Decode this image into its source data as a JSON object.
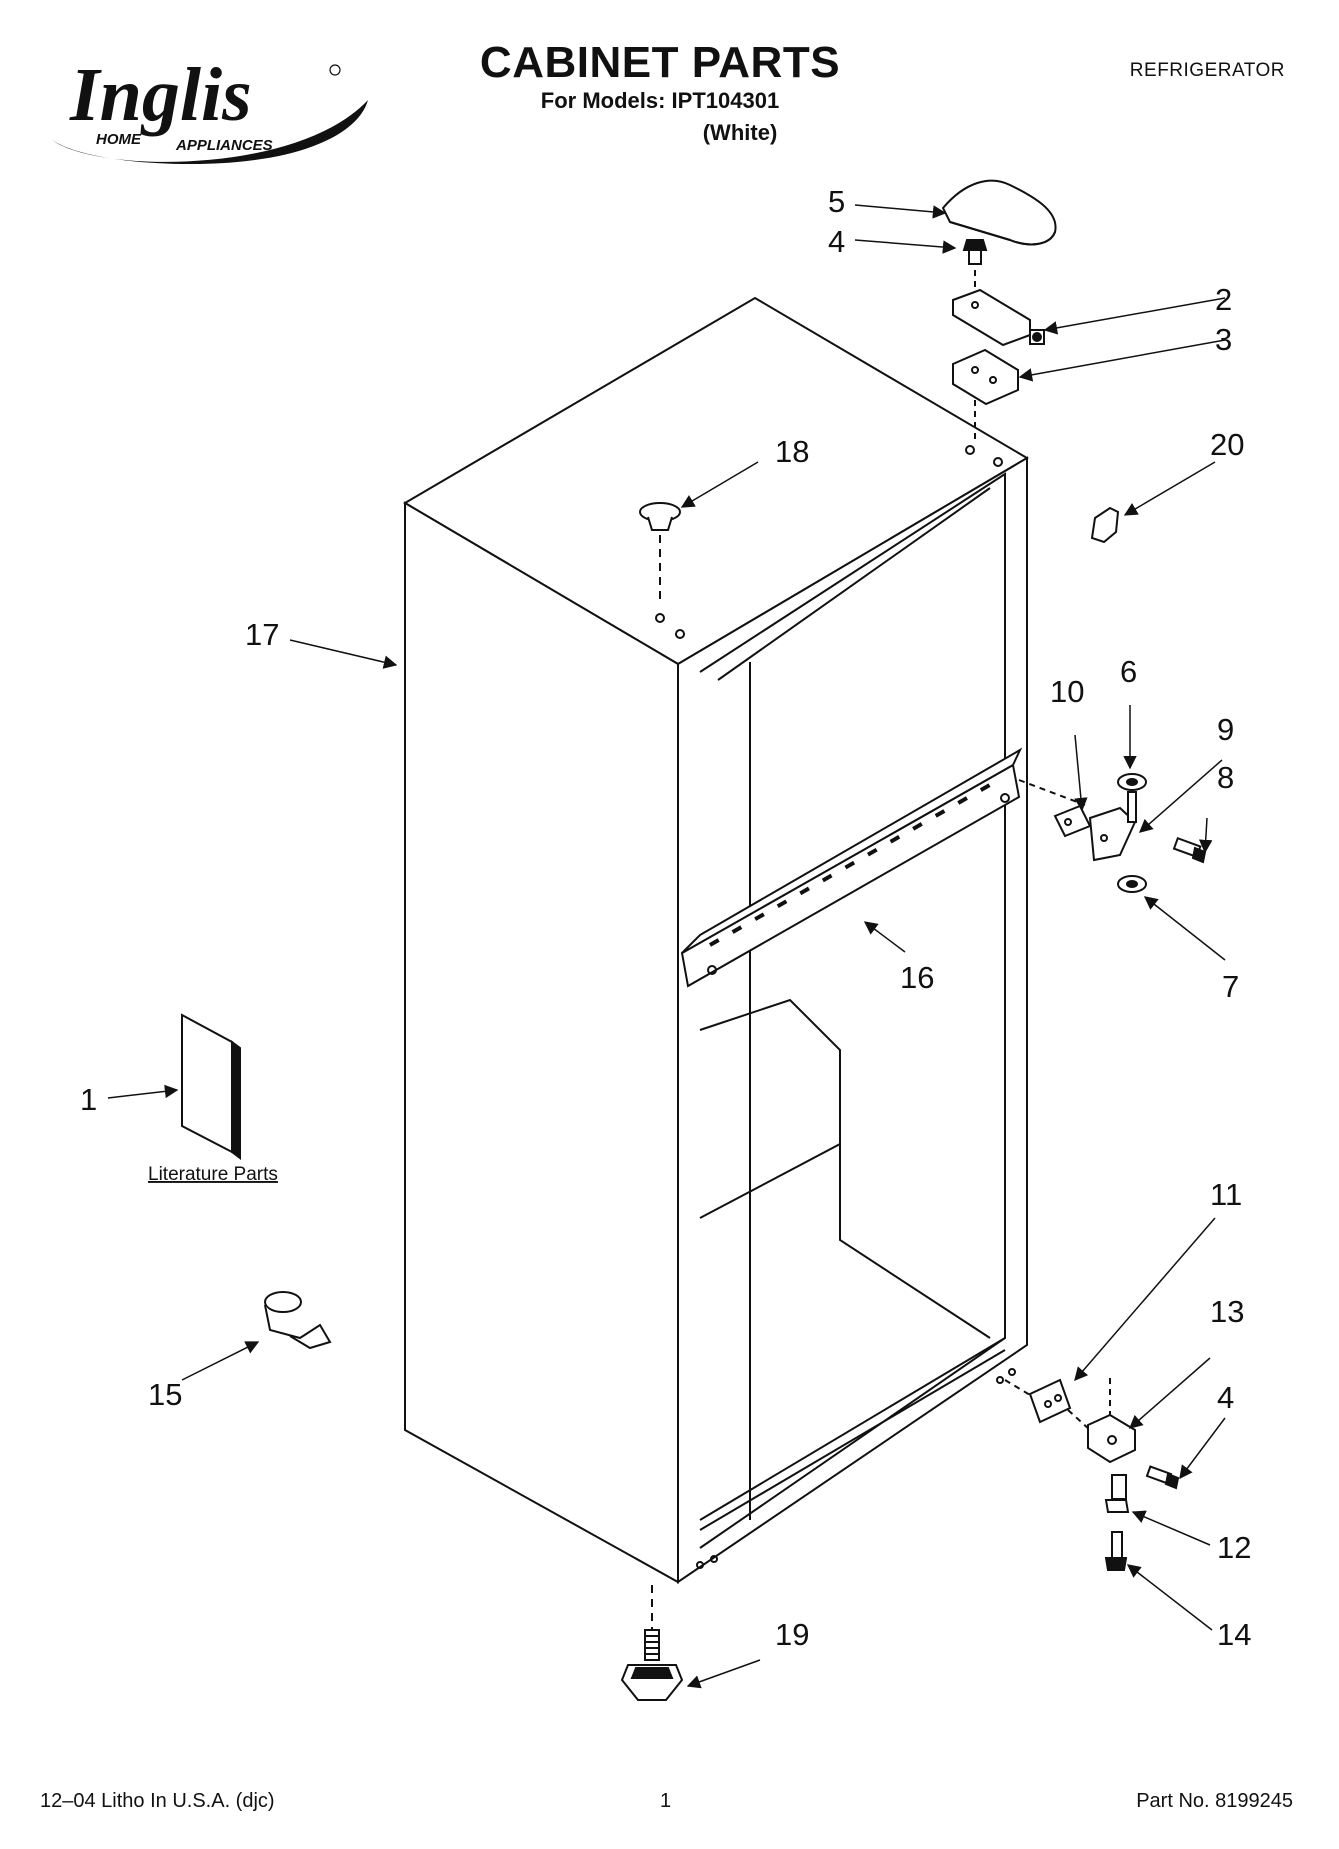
{
  "header": {
    "brand": "Inglis",
    "brand_tagline_left": "HOME",
    "brand_tagline_right": "APPLIANCES",
    "title": "CABINET PARTS",
    "models": "For Models: IPT104301",
    "variant": "(White)",
    "category": "REFRIGERATOR"
  },
  "callouts": {
    "p1": "1",
    "p2": "2",
    "p3": "3",
    "p4a": "4",
    "p4b": "4",
    "p5": "5",
    "p6": "6",
    "p7": "7",
    "p8": "8",
    "p9": "9",
    "p10": "10",
    "p11": "11",
    "p12": "12",
    "p13": "13",
    "p14": "14",
    "p15": "15",
    "p16": "16",
    "p17": "17",
    "p18": "18",
    "p19": "19",
    "p20": "20"
  },
  "literature_label": "Literature Parts",
  "footer": {
    "print_info": "12–04 Litho In U.S.A. (djc)",
    "page": "1",
    "part_no": "Part No. 8199245"
  }
}
